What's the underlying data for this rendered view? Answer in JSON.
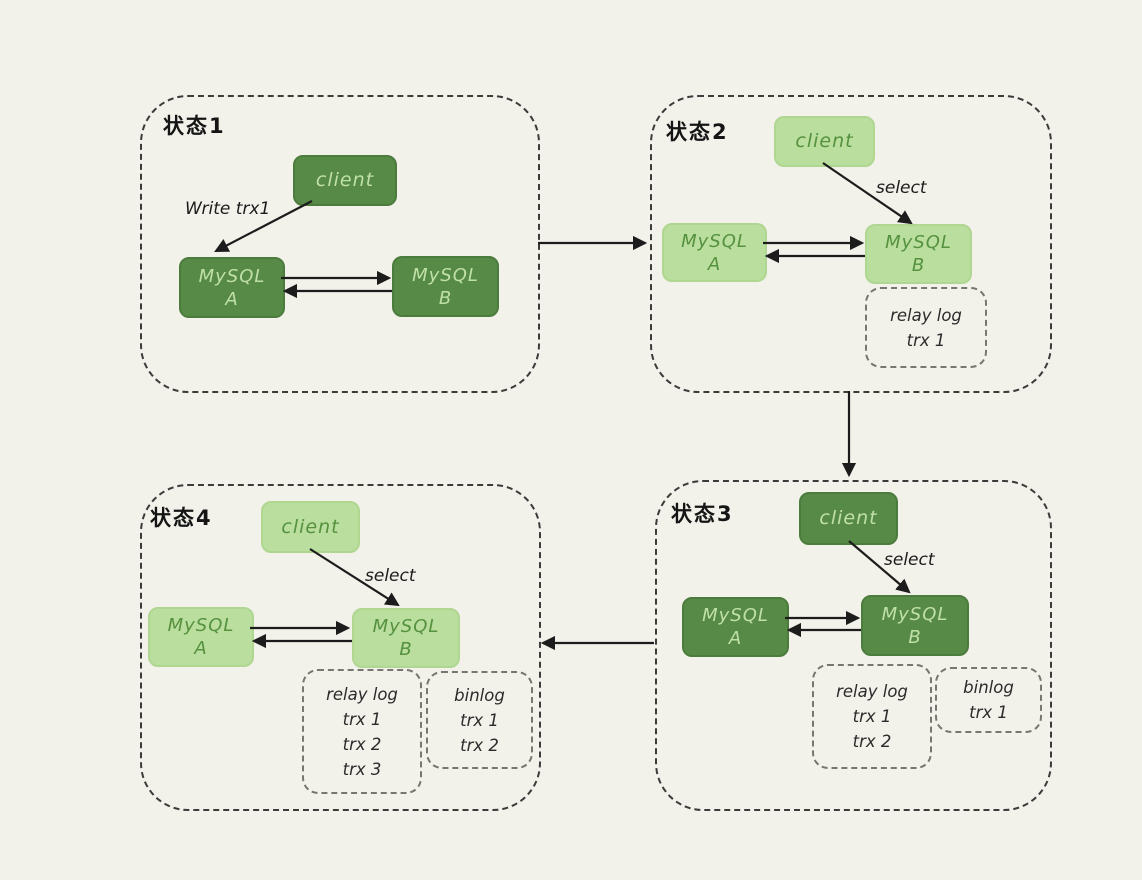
{
  "colors": {
    "background": "#f2f1ea",
    "box_dark": "#588a47",
    "box_dark_text": "#bfe0a8",
    "box_light": "#bade9d",
    "box_light_text": "#55913f",
    "arrow": "#1c1c1c"
  },
  "states": [
    {
      "title": "状态1",
      "client": "client",
      "write_label": "Write trx1",
      "node_a": {
        "line1": "MySQL",
        "line2": "A"
      },
      "node_b": {
        "line1": "MySQL",
        "line2": "B"
      }
    },
    {
      "title": "状态2",
      "client": "client",
      "select_label": "select",
      "node_a": {
        "line1": "MySQL",
        "line2": "A"
      },
      "node_b": {
        "line1": "MySQL",
        "line2": "B"
      },
      "relay_log": {
        "lines": [
          "relay log",
          "trx 1"
        ]
      }
    },
    {
      "title": "状态3",
      "client": "client",
      "select_label": "select",
      "node_a": {
        "line1": "MySQL",
        "line2": "A"
      },
      "node_b": {
        "line1": "MySQL",
        "line2": "B"
      },
      "relay_log": {
        "lines": [
          "relay log",
          "trx 1",
          "trx 2"
        ]
      },
      "binlog": {
        "lines": [
          "binlog",
          "trx 1"
        ]
      }
    },
    {
      "title": "状态4",
      "client": "client",
      "select_label": "select",
      "node_a": {
        "line1": "MySQL",
        "line2": "A"
      },
      "node_b": {
        "line1": "MySQL",
        "line2": "B"
      },
      "relay_log": {
        "lines": [
          "relay log",
          "trx 1",
          "trx 2",
          "trx 3"
        ]
      },
      "binlog": {
        "lines": [
          "binlog",
          "trx 1",
          "trx 2"
        ]
      }
    }
  ]
}
